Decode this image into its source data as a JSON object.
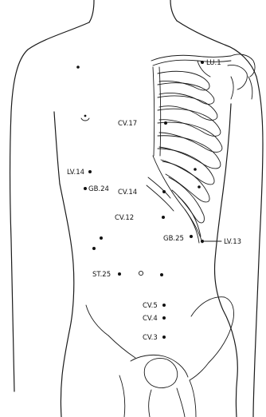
{
  "diagram": {
    "points": [
      {
        "id": "lu1",
        "label": "LU.1"
      },
      {
        "id": "cv17",
        "label": "CV.17"
      },
      {
        "id": "lv14",
        "label": "LV.14"
      },
      {
        "id": "gb24",
        "label": "GB.24"
      },
      {
        "id": "cv14",
        "label": "CV.14"
      },
      {
        "id": "cv12",
        "label": "CV.12"
      },
      {
        "id": "gb25",
        "label": "GB.25"
      },
      {
        "id": "lv13",
        "label": "LV.13"
      },
      {
        "id": "st25",
        "label": "ST.25"
      },
      {
        "id": "cv5",
        "label": "CV.5"
      },
      {
        "id": "cv4",
        "label": "CV.4"
      },
      {
        "id": "cv3",
        "label": "CV.3"
      }
    ],
    "colors": {
      "ink": "#111111",
      "background": "#ffffff"
    }
  }
}
